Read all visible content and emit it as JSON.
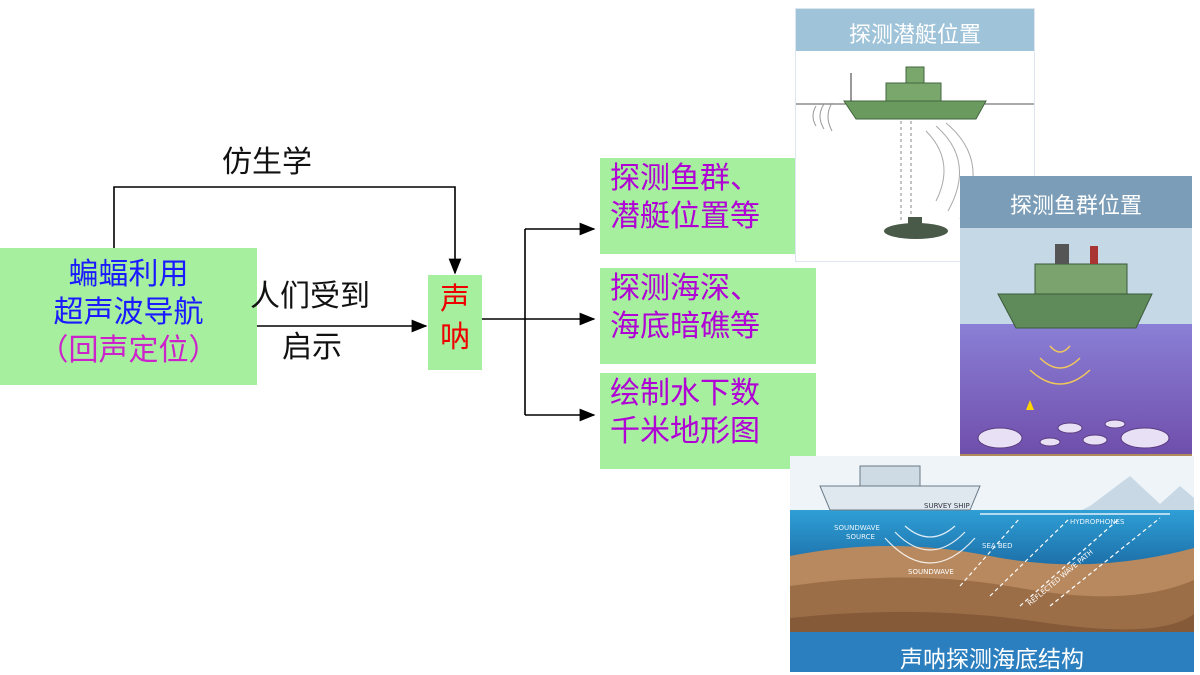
{
  "source_box": {
    "line1": "蝙蝠利用",
    "line2": "超声波导航",
    "line3": "（回声定位）",
    "color_main": "#1a1aff",
    "color_paren": "#cc22cc"
  },
  "labels": {
    "bionics": "仿生学",
    "inspired_line1": "人们受到",
    "inspired_line2": "启示"
  },
  "sonar_box": {
    "line1": "声",
    "line2": "呐",
    "color": "#ee0000"
  },
  "applications": [
    {
      "line1": "探测鱼群、",
      "line2": "潜艇位置等"
    },
    {
      "line1": "探测海深、",
      "line2": "海底暗礁等"
    },
    {
      "line1": "绘制水下数",
      "line2": "千米地形图"
    }
  ],
  "app_text_color": "#b000d6",
  "images": {
    "submarine_title": "探测潜艇位置",
    "fish_title": "探测鱼群位置",
    "seabed_title": "声呐探测海底结构",
    "seabed_labels": {
      "ship": "SURVEY SHIP",
      "source1": "SOUNDWAVE",
      "source2": "SOURCE",
      "hydro": "HYDROPHONES",
      "seabed": "SEA BED",
      "wave": "SOUNDWAVE",
      "reflected": "REFLECTED WAVE PATH"
    }
  }
}
